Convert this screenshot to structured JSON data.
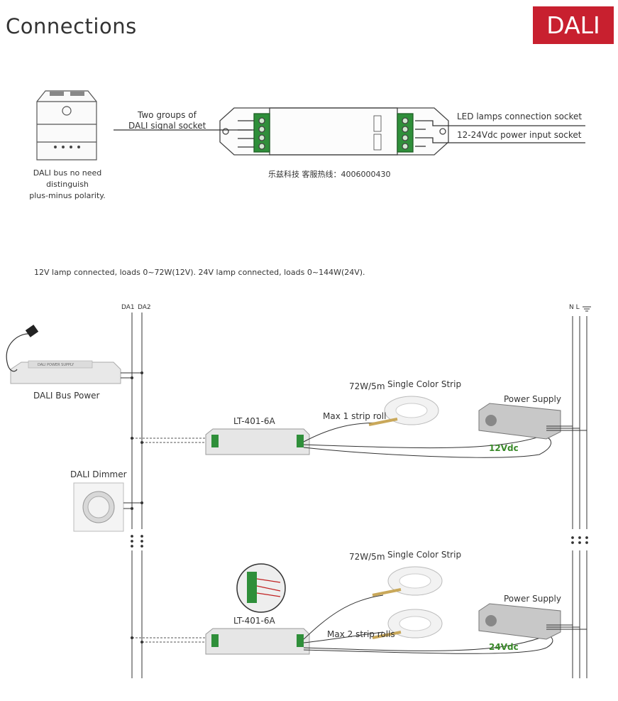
{
  "header": {
    "title": "Connections",
    "badge": "DALI"
  },
  "top_diagram": {
    "bus_note_line1": "DALI bus no need",
    "bus_note_line2": "distinguish",
    "bus_note_line3": "plus-minus polarity.",
    "left_label_line1": "Two groups of",
    "left_label_line2": "DALI signal socket",
    "right_label1": "LED lamps connection socket",
    "right_label2": "12-24Vdc power input socket",
    "hotline": "乐兹科技 客服热线：4006000430"
  },
  "load_note": "12V lamp connected, loads 0~72W(12V). 24V lamp connected, loads 0~144W(24V).",
  "wiring": {
    "bus_labels": [
      "DA1",
      "DA2"
    ],
    "mains_label": "N L",
    "bus_power_label": "DALI Bus Power",
    "dimmer_label": "DALI Dimmer",
    "controller_label": "LT-401-6A",
    "strip_power": "72W/5m",
    "strip_label": "Single Color Strip",
    "max1": "Max 1 strip roll",
    "max2": "Max 2 strip rolls",
    "power_supply_label": "Power Supply",
    "volt12": "12Vdc",
    "volt24": "24Vdc",
    "psu_top_text": "DALI POWER SUPPLY"
  },
  "colors": {
    "accent": "#c8202f",
    "volt_green": "#3a8a2a"
  }
}
